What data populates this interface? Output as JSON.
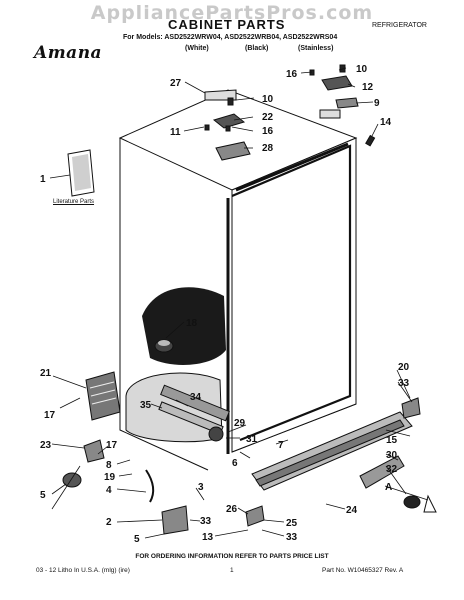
{
  "watermark": "AppliancePartsPros.com",
  "header": {
    "title": "CABINET PARTS",
    "category": "REFRIGERATOR",
    "models_line": "For Models: ASD2522WRW04, ASD2522WRB04, ASD2522WRS04",
    "finish_white": "(White)",
    "finish_black": "(Black)",
    "finish_stainless": "(Stainless)"
  },
  "brand": {
    "logo_text": "Amana"
  },
  "literature_caption": "Literature Parts",
  "callouts": {
    "c1": "1",
    "c2": "2",
    "c3": "3",
    "c4": "4",
    "c5a": "5",
    "c5b": "5",
    "c6": "6",
    "c7": "7",
    "c8": "8",
    "c9": "9",
    "c10a": "10",
    "c10b": "10",
    "c11": "11",
    "c12": "12",
    "c13": "13",
    "c14": "14",
    "c15": "15",
    "c16a": "16",
    "c16b": "16",
    "c17a": "17",
    "c17b": "17",
    "c18": "18",
    "c19": "19",
    "c20": "20",
    "c21": "21",
    "c22": "22",
    "c23": "23",
    "c24": "24",
    "c25": "25",
    "c26": "26",
    "c27": "27",
    "c28": "28",
    "c29": "29",
    "c30": "30",
    "c31": "31",
    "c32": "32",
    "c33a": "33",
    "c33b": "33",
    "c34": "34",
    "c35": "35"
  },
  "footer": {
    "order_note": "FOR ORDERING INFORMATION REFER TO PARTS PRICE LIST",
    "left": "03 - 12  Litho In U.S.A. (mlg) (ire)",
    "page_number": "1",
    "part_number": "Part No. W10465327 Rev. A"
  }
}
